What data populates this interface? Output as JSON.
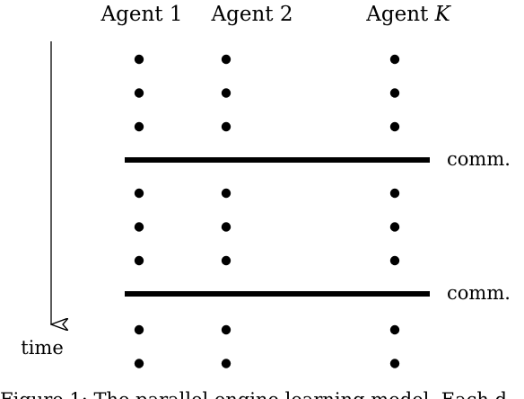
{
  "agents": [
    {
      "label": "Agent 1"
    },
    {
      "label": "Agent 2"
    },
    {
      "label": "Agent ",
      "italic_suffix": "K"
    }
  ],
  "rounds": [
    {
      "dots_per_agent": 3
    },
    {
      "dots_per_agent": 3
    },
    {
      "dots_per_agent": 2
    }
  ],
  "comm_label": "comm.",
  "time_label": "time",
  "caption_partial": "Figure 1: The parallel engine learning model. Each d",
  "colors": {
    "ink": "#000000",
    "background": "#ffffff"
  },
  "icons": {
    "time_arrow": "arrow-down-icon"
  }
}
